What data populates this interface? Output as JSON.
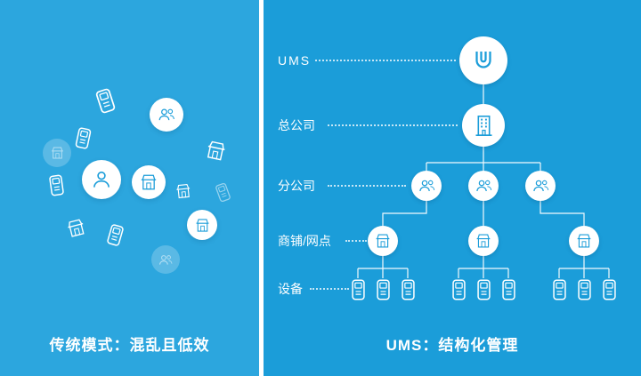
{
  "left_panel": {
    "caption": "传统模式：混乱且低效"
  },
  "right_panel": {
    "caption": "UMS：结构化管理",
    "levels": [
      {
        "label": "UMS",
        "icon": "ums-logo",
        "count": 1
      },
      {
        "label": "总公司",
        "icon": "building",
        "count": 1
      },
      {
        "label": "分公司",
        "icon": "people",
        "count": 3
      },
      {
        "label": "商铺/网点",
        "icon": "shop",
        "count": 3
      },
      {
        "label": "设备",
        "icon": "phone",
        "count": 9
      }
    ]
  },
  "colors": {
    "left_bg": "#2CA6DE",
    "right_bg": "#1B9DD9",
    "divider": "#FFFFFF",
    "node_bg": "#FFFFFF",
    "icon_blue": "#1B9DD9",
    "text": "#FFFFFF"
  }
}
